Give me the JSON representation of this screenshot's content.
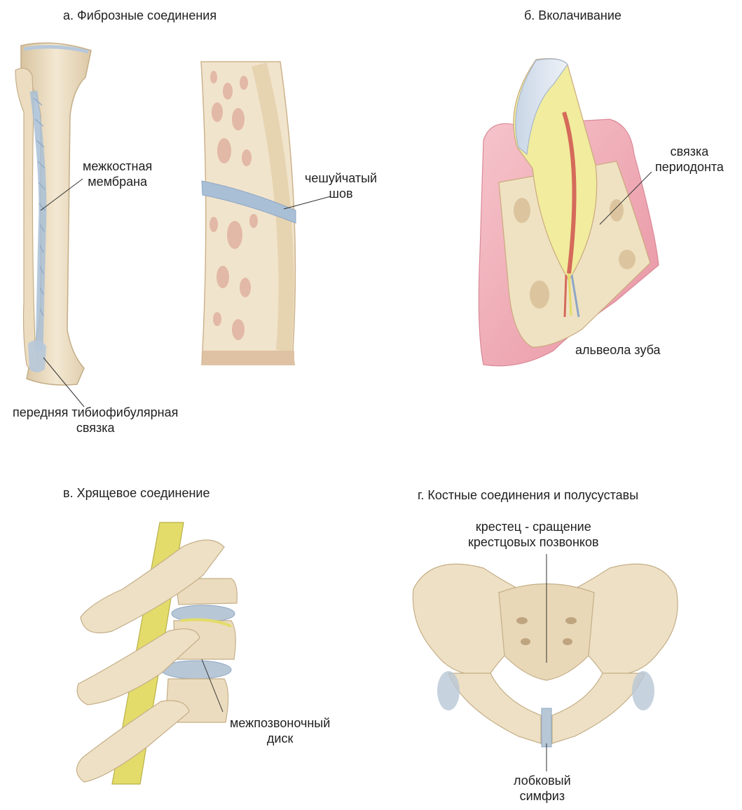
{
  "panels": {
    "a": {
      "title": "а. Фиброзные соединения",
      "labels": {
        "interosseous_1": "межкостная",
        "interosseous_2": "мембрана",
        "squamous_1": "чешуйчатый",
        "squamous_2": "шов",
        "tibiofibular_1": "передняя тибиофибулярная",
        "tibiofibular_2": "связка"
      }
    },
    "b": {
      "title": "б. Вколачивание",
      "labels": {
        "periodontal_1": "связка",
        "periodontal_2": "периодонта",
        "alveolus": "альвеола зуба"
      }
    },
    "c": {
      "title": "в. Хрящевое соединение",
      "labels": {
        "disc_1": "межпозвоночный",
        "disc_2": "диск"
      }
    },
    "d": {
      "title": "г. Костные соединения и полусуставы",
      "labels": {
        "sacrum_1": "крестец - сращение",
        "sacrum_2": "крестцовых позвонков",
        "symphysis_1": "лобковый",
        "symphysis_2": "симфиз"
      }
    }
  },
  "colors": {
    "bone": "#eee0c4",
    "bone_shadow": "#d7c29e",
    "cartilage": "#b8c7d6",
    "gum": "#f0a8b2",
    "marrow": "#e8c0a8",
    "nerve": "#e3dc6a"
  }
}
